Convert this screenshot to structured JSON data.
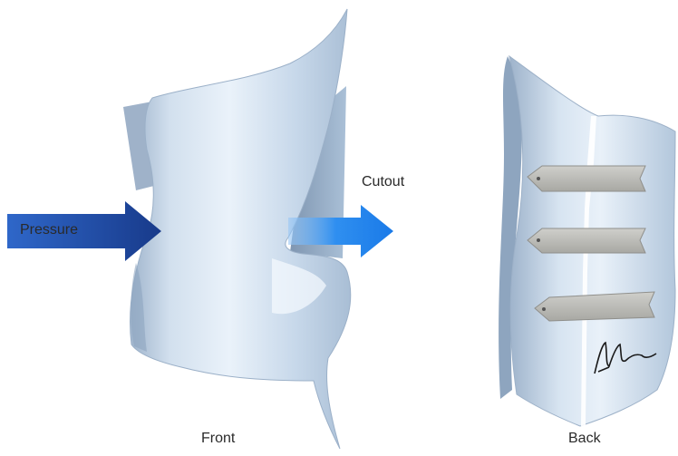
{
  "labels": {
    "pressure": "Pressure",
    "cutout": "Cutout",
    "front": "Front",
    "back": "Back"
  },
  "colors": {
    "brace_light": "#e6eff8",
    "brace_mid": "#b8cbe0",
    "brace_dark": "#8ea5bf",
    "arrow_dark_blue": "#1d3f8f",
    "arrow_bright_blue": "#1f86f0",
    "strap_gray": "#b7b7b3"
  },
  "icons": {
    "signature": "artist-signature"
  }
}
